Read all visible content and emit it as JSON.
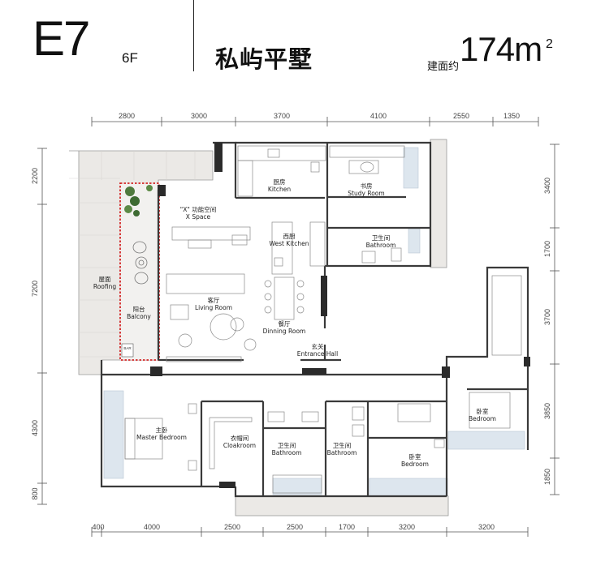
{
  "header": {
    "unit_code": "E7",
    "floor": "6F",
    "project_name": "私屿平墅",
    "area_label": "建面约",
    "area_value": "174m",
    "area_unit_sup": "2"
  },
  "dimensions": {
    "top": [
      "2800",
      "3000",
      "3700",
      "4100",
      "2550",
      "1350"
    ],
    "bottom": [
      "400",
      "4000",
      "2500",
      "2500",
      "1700",
      "3200",
      "3200"
    ],
    "left": [
      "2200",
      "7200",
      "4300",
      "800"
    ],
    "right": [
      "3400",
      "1700",
      "3700",
      "3850",
      "1850"
    ]
  },
  "rooms": {
    "x_space": {
      "cn": "\"X\" 功能空间",
      "en": "X Space"
    },
    "kitchen": {
      "cn": "厨房",
      "en": "Kitchen"
    },
    "study": {
      "cn": "书房",
      "en": "Study Room"
    },
    "west_kitchen": {
      "cn": "西厨",
      "en": "West Kitchen"
    },
    "bathroom_top": {
      "cn": "卫生间",
      "en": "Bathroom"
    },
    "roofing": {
      "cn": "屋面",
      "en": "Roofing"
    },
    "balcony": {
      "cn": "阳台",
      "en": "Balcony"
    },
    "living": {
      "cn": "客厅",
      "en": "Living Room"
    },
    "dining": {
      "cn": "餐厅",
      "en": "Dinning Room"
    },
    "entrance": {
      "cn": "玄关",
      "en": "Entrance Hall"
    },
    "master": {
      "cn": "主卧",
      "en": "Master Bedroom"
    },
    "cloak": {
      "cn": "衣帽间",
      "en": "Cloakroom"
    },
    "bath1": {
      "cn": "卫生间",
      "en": "Bathroom"
    },
    "bath2": {
      "cn": "卫生间",
      "en": "Bathroom"
    },
    "bed1": {
      "cn": "卧室",
      "en": "Bedroom"
    },
    "bed2": {
      "cn": "卧室",
      "en": "Bedroom"
    }
  },
  "balcony_tag": "BAR",
  "colors": {
    "wall": "#3a3a3a",
    "terrace": "#e9e7e4",
    "window": "#dde6ee",
    "balcony_outline": "#d22525",
    "text": "#111111"
  }
}
